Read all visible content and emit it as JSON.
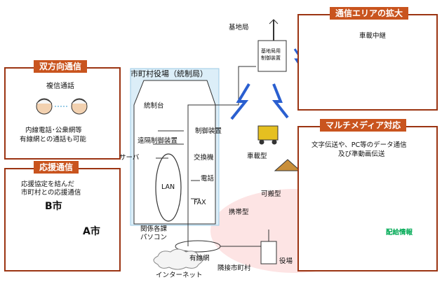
{
  "boxes": {
    "bidirectional": {
      "title": "双方向通信",
      "duplex": "複信通話",
      "desc1": "内線電話･公衆網等",
      "desc2": "有線網との通話も可能"
    },
    "support": {
      "title": "応援通信",
      "desc1": "応援協定を結んだ",
      "desc2": "市町村との応援通信",
      "city_b": "B市",
      "city_a": "A市"
    },
    "area": {
      "title": "通信エリアの拡大",
      "relay": "車載中継"
    },
    "multimedia": {
      "title": "マルチメディア対応",
      "desc1": "文字伝送や、PC等のデータ通信",
      "desc2": "及び準動画伝送",
      "sign": "配給情報"
    }
  },
  "center": {
    "office_title": "市町村役場（統制局）",
    "console": "統制台",
    "remote_ctrl": "遠隔制御装置",
    "server": "サーバ",
    "lan": "LAN",
    "controller": "制御装置",
    "exchange": "交換機",
    "phone": "電話",
    "fax": "FAX",
    "depts1": "関係各課",
    "depts2": "パソコン"
  },
  "field": {
    "base_station": "基地局",
    "base_sign1": "基地局用",
    "base_sign2": "制御装置",
    "vehicle": "車載型",
    "portable": "可搬型",
    "handheld": "携帯型"
  },
  "network": {
    "wired": "有線網",
    "internet": "インターネット",
    "town_office": "役場",
    "neighbor": "隣接市町村"
  },
  "colors": {
    "frame": "#9b3412",
    "title_bg": "#c9541e",
    "office_panel": "#dceef8",
    "lightning": "#2a5fd0"
  }
}
